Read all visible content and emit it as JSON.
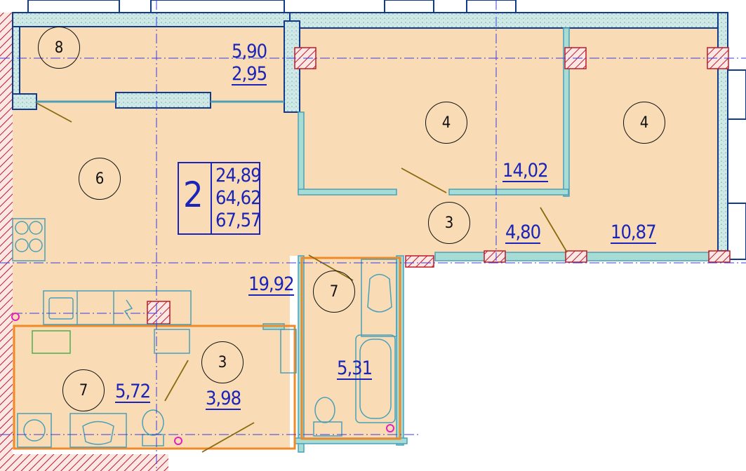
{
  "apartment": {
    "rooms_count": "2",
    "living_area": "24,89",
    "total_area": "64,62",
    "total_area_with_balcony": "67,57"
  },
  "areas": {
    "balcony": "5,90",
    "balcony_reduced": "2,95",
    "kitchen_living": "19,92",
    "bedroom": "14,02",
    "hall_right": "4,80",
    "bedroom_right": "10,87",
    "bathroom": "5,31",
    "laundry": "5,72",
    "corridor": "3,98"
  },
  "room_markers": {
    "balcony": "8",
    "kitchen": "6",
    "bedroom_left": "4",
    "bedroom_right": "4",
    "hall_top": "3",
    "hall_bottom": "3",
    "bathroom": "7",
    "laundry": "7"
  },
  "colors": {
    "floor": "#f9dcb5",
    "wall": "#4aa0b8",
    "partition": "#a6dcd4",
    "label": "#1a24b8",
    "hatch": "#c0182a",
    "plumbing": "#f08a28"
  }
}
